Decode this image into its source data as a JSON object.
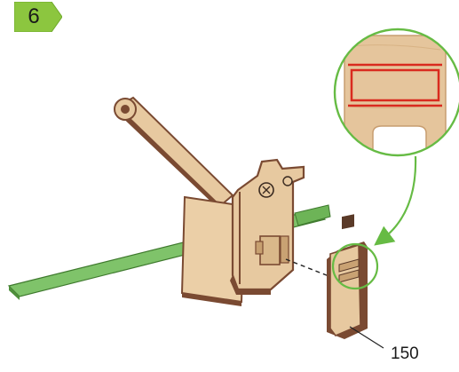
{
  "step": {
    "number": "6"
  },
  "part": {
    "number": "150"
  },
  "colors": {
    "step_badge": "#8cc63f",
    "arrow": "#66bb44",
    "green_part": "#7fc36a",
    "wood_face": "#e7c9a0",
    "wood_edge": "#7a4a32",
    "highlight_lines": "#d92b1f"
  },
  "icons": [
    "step-badge",
    "zoom-callout",
    "curved-arrow",
    "dashed-guide-line",
    "leader-line"
  ]
}
